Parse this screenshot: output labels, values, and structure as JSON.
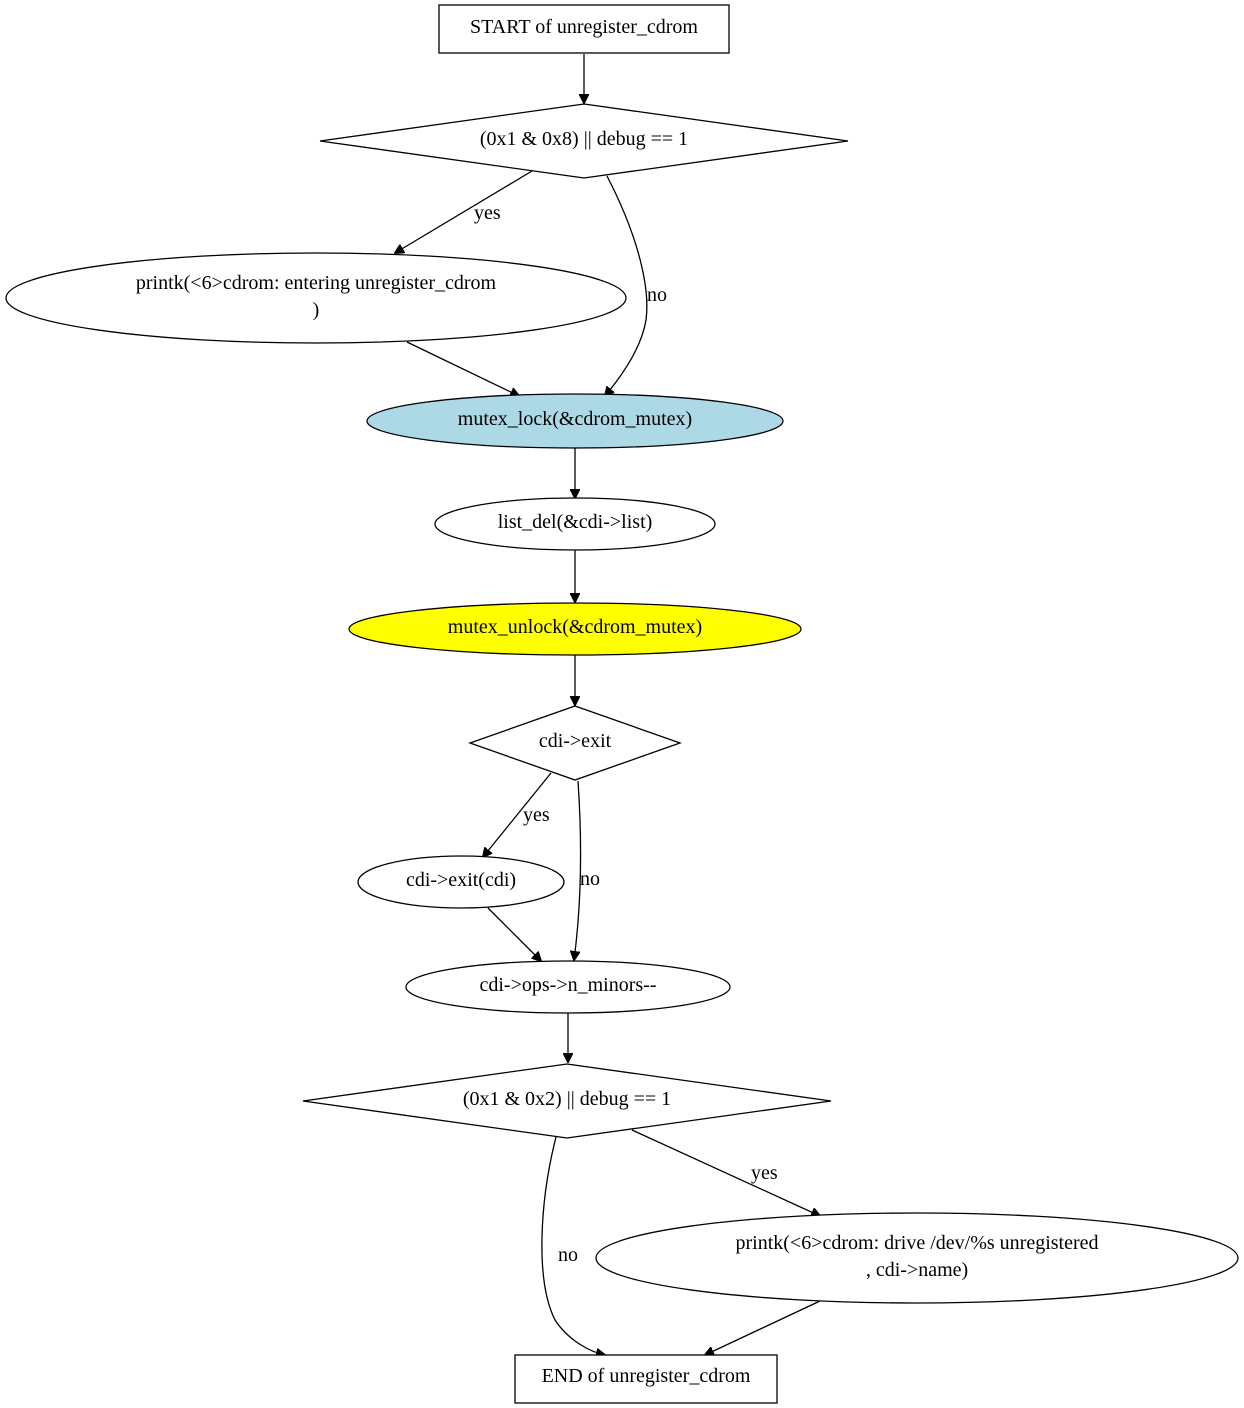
{
  "diagram": {
    "colors": {
      "lock_fill": "#add8e6",
      "unlock_fill": "#ffff00",
      "default_fill": "#ffffff",
      "stroke": "#000000"
    },
    "nodes": {
      "start": {
        "lines": [
          "START of unregister_cdrom"
        ]
      },
      "cond1": {
        "lines": [
          "(0x1 & 0x8) || debug == 1"
        ]
      },
      "print1": {
        "lines": [
          "printk(<6>cdrom: entering unregister_cdrom",
          ")"
        ]
      },
      "lock": {
        "lines": [
          "mutex_lock(&cdrom_mutex)"
        ]
      },
      "listdel": {
        "lines": [
          "list_del(&cdi->list)"
        ]
      },
      "unlock": {
        "lines": [
          "mutex_unlock(&cdrom_mutex)"
        ]
      },
      "cond2": {
        "lines": [
          "cdi->exit"
        ]
      },
      "exitcall": {
        "lines": [
          "cdi->exit(cdi)"
        ]
      },
      "minors": {
        "lines": [
          "cdi->ops->n_minors--"
        ]
      },
      "cond3": {
        "lines": [
          "(0x1 & 0x2) || debug == 1"
        ]
      },
      "print2": {
        "lines": [
          "printk(<6>cdrom: drive  /dev/%s  unregistered",
          ", cdi->name)"
        ]
      },
      "end": {
        "lines": [
          "END of unregister_cdrom"
        ]
      }
    },
    "edge_labels": {
      "cond1_yes": "yes",
      "cond1_no": "no",
      "cond2_yes": "yes",
      "cond2_no": "no",
      "cond3_yes": "yes",
      "cond3_no": "no"
    }
  }
}
